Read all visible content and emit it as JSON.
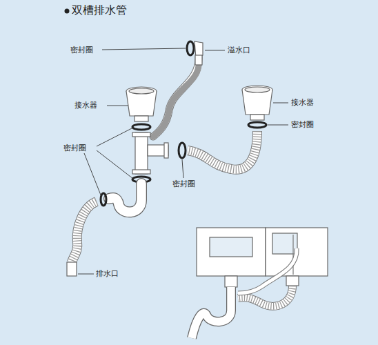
{
  "diagram": {
    "title": "双槽排水管",
    "labels": [
      "密封圈",
      "溢水口",
      "接水器",
      "接水器",
      "密封圈",
      "密封圈",
      "密封圈",
      "排水口"
    ]
  }
}
